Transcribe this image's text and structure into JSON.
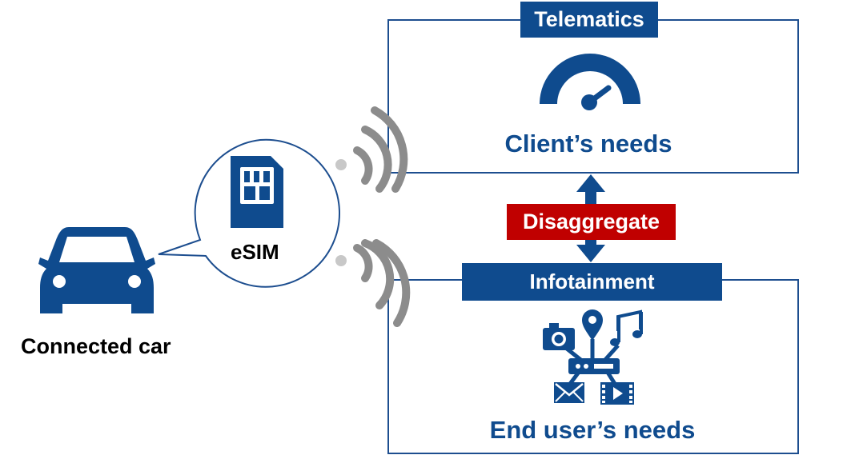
{
  "car": {
    "label": "Connected car",
    "icon": "car-icon"
  },
  "bubble": {
    "label": "eSIM",
    "icon": "sim-card-icon"
  },
  "telematics": {
    "tag": "Telematics",
    "need": "Client’s needs",
    "icon": "speedometer-icon"
  },
  "infotainment": {
    "tag": "Infotainment",
    "need": "End user’s needs",
    "icons": [
      "camera-icon",
      "location-pin-icon",
      "music-note-icon",
      "mail-icon",
      "video-icon",
      "hub-device-icon"
    ]
  },
  "center": {
    "label": "Disaggregate",
    "icon": "double-arrow-icon"
  },
  "colors": {
    "brand": "#0f4b8e",
    "accent": "#c00000",
    "signal": "#8c8c8c"
  }
}
